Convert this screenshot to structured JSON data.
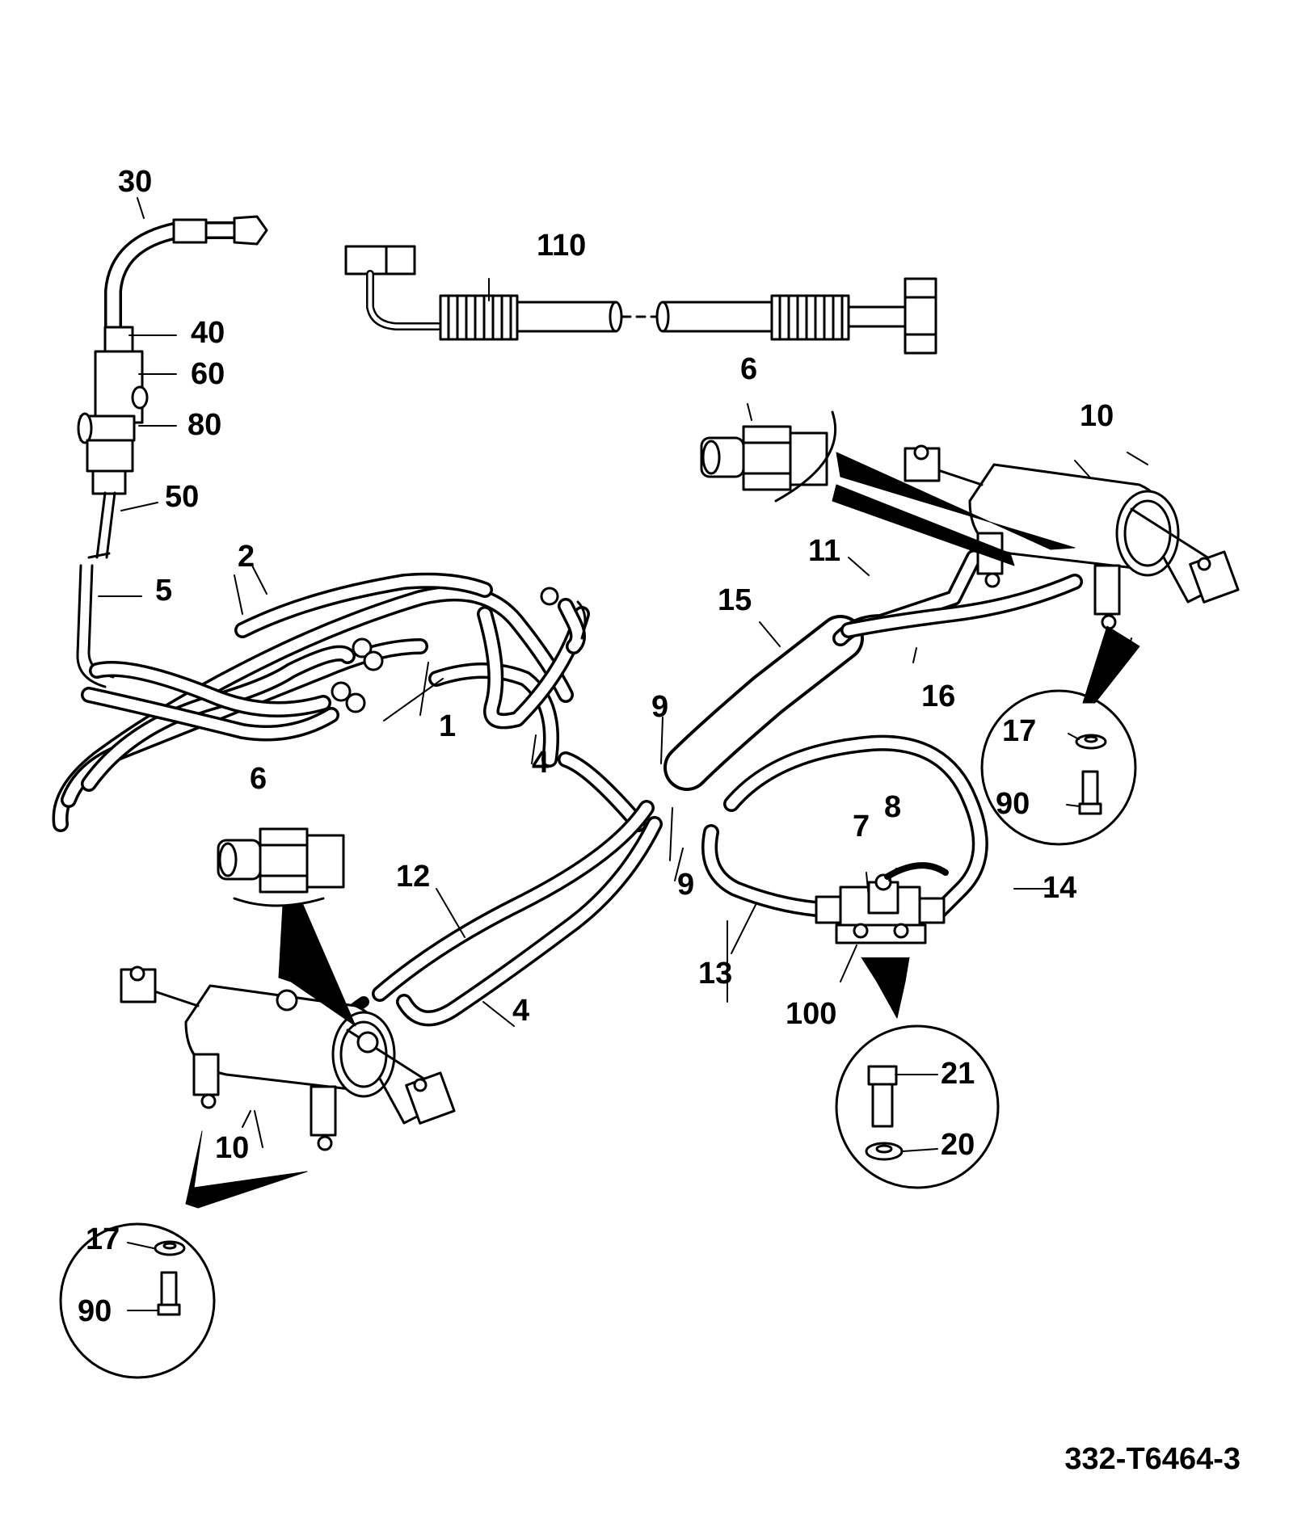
{
  "callouts": [
    "30",
    "40",
    "60",
    "80",
    "50",
    "5",
    "2",
    "1",
    "4",
    "110",
    "6",
    "10",
    "11",
    "15",
    "16",
    "9",
    "7",
    "8",
    "14",
    "13",
    "100",
    "21",
    "20",
    "17",
    "90",
    "12",
    "4",
    "6",
    "10",
    "17",
    "90",
    "9"
  ],
  "drawing_ref": "332-T6464-3"
}
